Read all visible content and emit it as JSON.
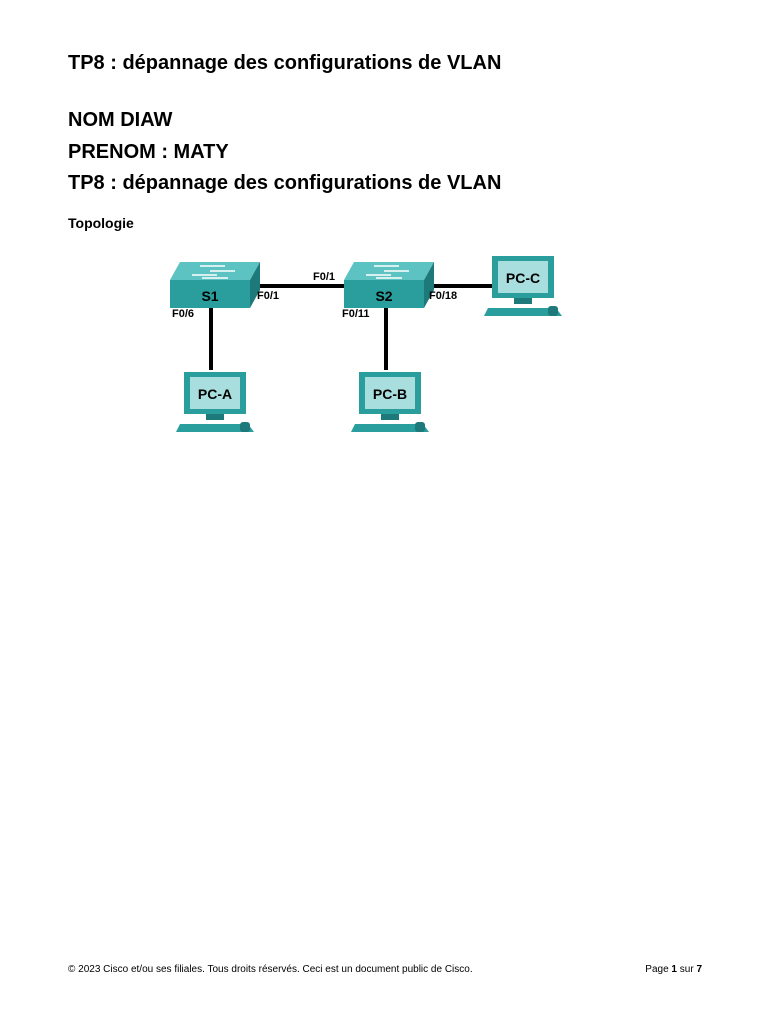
{
  "document": {
    "title": "TP8 : dépannage des configurations de VLAN",
    "nom": "NOM DIAW",
    "prenom": "PRENOM : MATY",
    "subtitle": "TP8 : dépannage des configurations de VLAN",
    "section": "Topologie"
  },
  "topology": {
    "devices": {
      "s1": "S1",
      "s2": "S2",
      "pc_a": "PC-A",
      "pc_b": "PC-B",
      "pc_c": "PC-C"
    },
    "ports": {
      "s1_f0_1": "F0/1",
      "s1_f0_6": "F0/6",
      "s2_f0_1": "F0/1",
      "s2_f0_11": "F0/11",
      "s2_f0_18": "F0/18"
    },
    "colors": {
      "device": "#2a9d9d",
      "device_dark": "#1e7a7a",
      "device_light": "#5cc2c2",
      "screen": "#a8dede",
      "link": "#000000"
    }
  },
  "footer": {
    "copyright": "© 2023 Cisco et/ou ses filiales. Tous droits réservés. Ceci est un document public de Cisco.",
    "page_prefix": "Page ",
    "page_current": "1",
    "page_separator": " sur ",
    "page_total": "7"
  }
}
